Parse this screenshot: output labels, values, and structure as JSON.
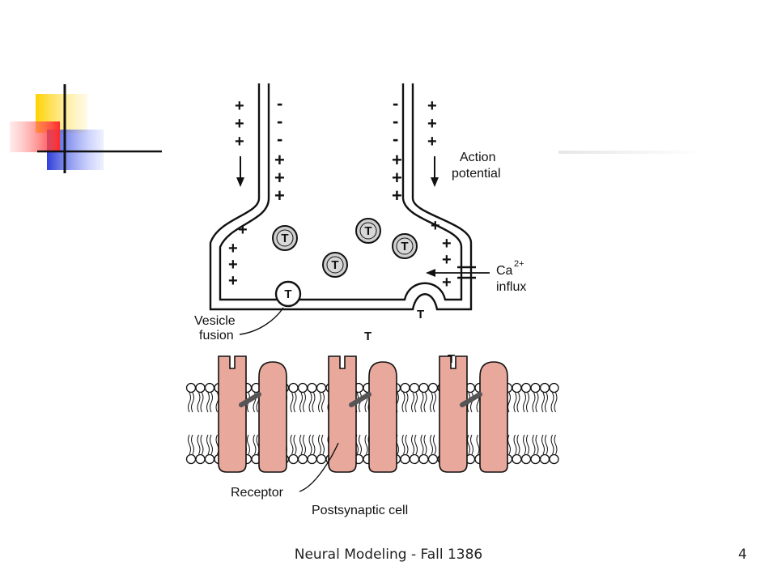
{
  "slide": {
    "footer_title": "Neural Modeling - Fall 1386",
    "page_number": "4"
  },
  "diagram": {
    "labels": {
      "action_line1": "Action",
      "action_line2": "potential",
      "ca_text": "Ca",
      "ca_superscript": "2+",
      "influx": "influx",
      "vesicle_line1": "Vesicle",
      "vesicle_line2": "fusion",
      "receptor": "Receptor",
      "postsynaptic": "Postsynaptic cell",
      "transmitter": "T"
    },
    "charges": {
      "plus": "+",
      "minus": "-"
    },
    "colors": {
      "receptor_fill": "#e8a89c",
      "vesicle_fill": "#cfcfcf",
      "logo_yellow": "#ffd200",
      "logo_blue": "#2f3fd8",
      "logo_red": "#ff3b3b"
    }
  }
}
